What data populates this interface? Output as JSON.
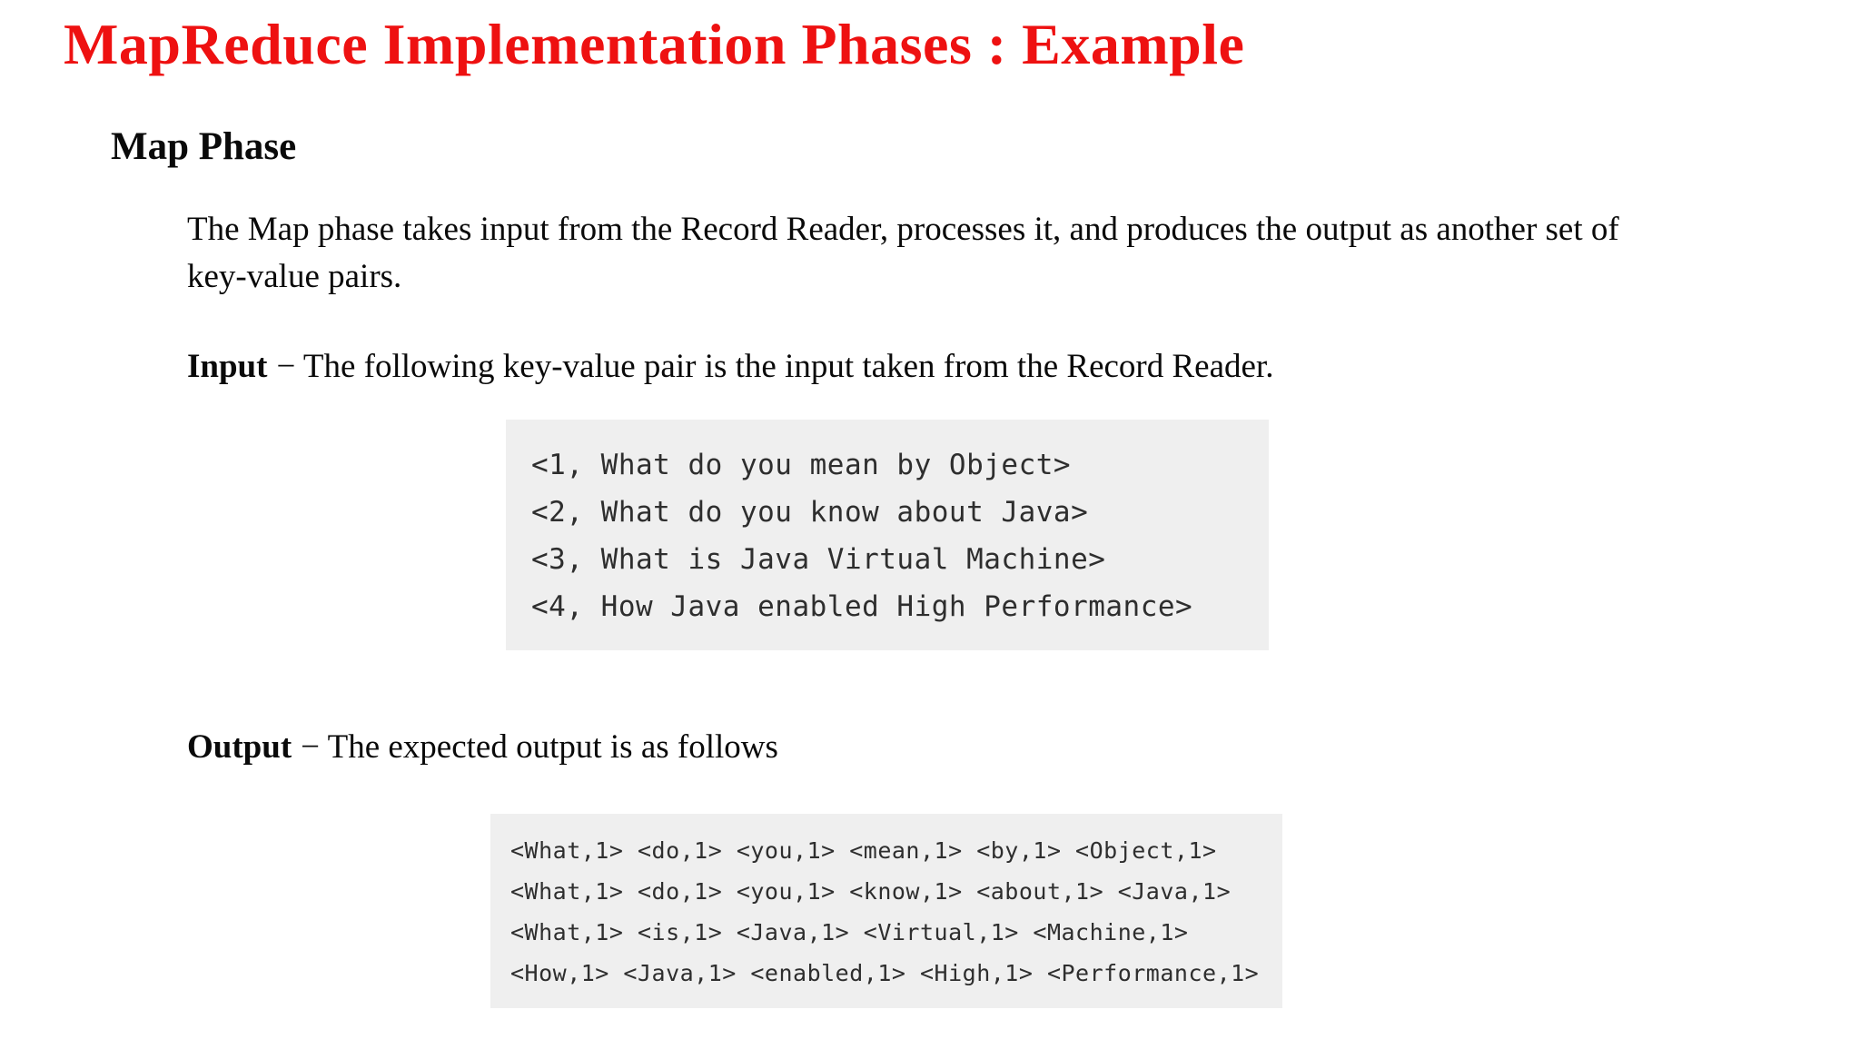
{
  "page": {
    "title": "MapReduce Implementation Phases : Example",
    "title_color": "#ee1111",
    "background_color": "#ffffff"
  },
  "map_phase": {
    "heading": "Map Phase",
    "description": "The Map phase takes input from the Record Reader, processes it, and produces the output as another set of key-value pairs.",
    "input": {
      "label": "Input",
      "text": "− The following key-value pair is the input taken from the Record Reader.",
      "code_background": "#efefef",
      "code_lines": [
        "<1, What do you mean by Object>",
        "<2, What do you know about Java>",
        "<3, What is Java Virtual Machine>",
        "<4, How Java enabled High Performance>"
      ]
    },
    "output": {
      "label": "Output",
      "text": "− The expected output is as follows",
      "code_background": "#efefef",
      "code_lines": [
        "<What,1> <do,1> <you,1> <mean,1> <by,1> <Object,1>",
        "<What,1> <do,1> <you,1> <know,1> <about,1> <Java,1>",
        "<What,1> <is,1> <Java,1> <Virtual,1> <Machine,1>",
        "<How,1> <Java,1> <enabled,1> <High,1> <Performance,1>"
      ]
    }
  }
}
